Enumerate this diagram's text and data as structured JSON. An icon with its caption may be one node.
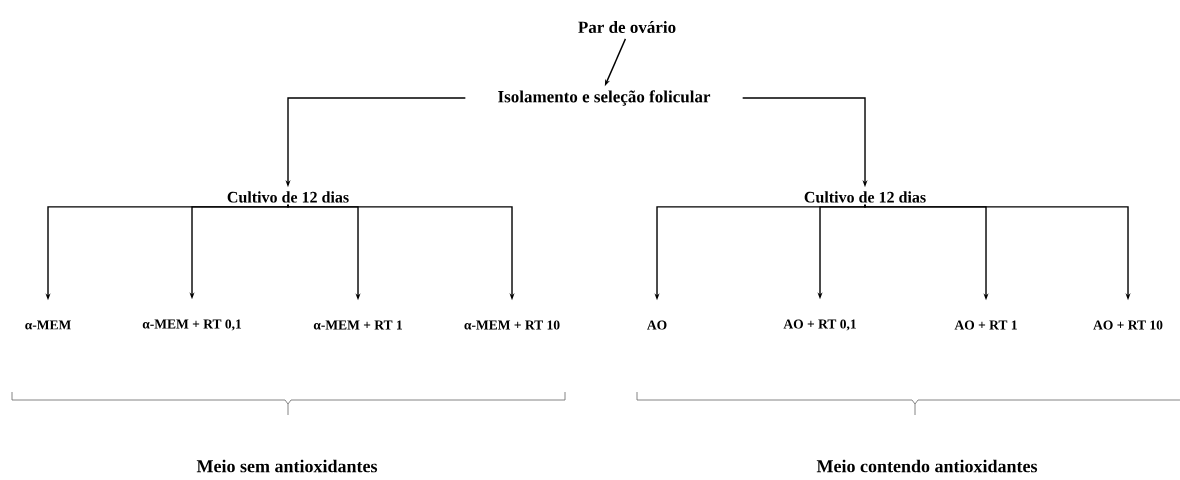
{
  "diagram": {
    "nodes": [
      {
        "text": [
          "Par de ovário"
        ]
      },
      {
        "text": [
          "Isolamento e seleção folicular"
        ]
      },
      {
        "text": [
          "Cultivo de 12 dias"
        ]
      },
      {
        "text": [
          "Cultivo de 12 dias"
        ]
      },
      {
        "text": [
          "α-MEM"
        ]
      },
      {
        "text": [
          "α-MEM +  RT 0,1"
        ]
      },
      {
        "text": [
          "α-MEM + RT 1"
        ]
      },
      {
        "text": [
          "α-MEM + RT 10"
        ]
      },
      {
        "text": [
          "AO"
        ]
      },
      {
        "text": [
          "AO + RT 0,1"
        ]
      },
      {
        "text": [
          "AO + RT 1"
        ]
      },
      {
        "text": [
          "AO + RT 10"
        ]
      }
    ],
    "edges": [
      {
        "from": 0,
        "to": 1,
        "arrow": "to"
      },
      {
        "from": 1,
        "to": 2,
        "arrow": "to"
      },
      {
        "from": 1,
        "to": 3,
        "arrow": "to"
      },
      {
        "from": 2,
        "to": 4,
        "arrow": "to"
      },
      {
        "from": 2,
        "to": 5,
        "arrow": "to"
      },
      {
        "from": 2,
        "to": 6,
        "arrow": "to"
      },
      {
        "from": 2,
        "to": 7,
        "arrow": "to"
      },
      {
        "from": 3,
        "to": 8,
        "arrow": "to"
      },
      {
        "from": 3,
        "to": 9,
        "arrow": "to"
      },
      {
        "from": 3,
        "to": 10,
        "arrow": "to"
      },
      {
        "from": 3,
        "to": 11,
        "arrow": "to"
      }
    ],
    "labels": [
      "Meio sem antioxidantes",
      "Meio contendo antioxidantes"
    ]
  }
}
